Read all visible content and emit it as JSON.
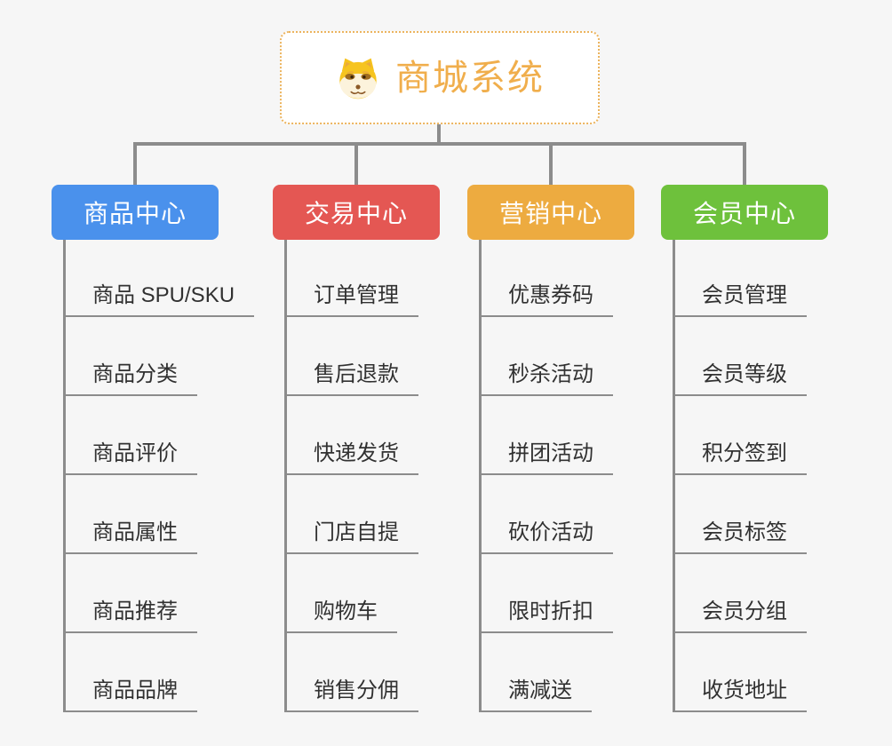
{
  "page": {
    "background_color": "#f6f6f6",
    "connector_color": "#8c8c8c",
    "leaf_text_color": "#313131"
  },
  "root": {
    "title": "商城系统",
    "icon": "doge-icon",
    "title_color": "#f0ae4c",
    "border_color": "#ecb45e",
    "background_color": "#ffffff"
  },
  "branches": [
    {
      "label": "商品中心",
      "color": "#4a91ec",
      "items": [
        "商品 SPU/SKU",
        "商品分类",
        "商品评价",
        "商品属性",
        "商品推荐",
        "商品品牌"
      ]
    },
    {
      "label": "交易中心",
      "color": "#e45753",
      "items": [
        "订单管理",
        "售后退款",
        "快递发货",
        "门店自提",
        "购物车",
        "销售分佣"
      ]
    },
    {
      "label": "营销中心",
      "color": "#edab40",
      "items": [
        "优惠券码",
        "秒杀活动",
        "拼团活动",
        "砍价活动",
        "限时折扣",
        "满减送"
      ]
    },
    {
      "label": "会员中心",
      "color": "#6ec13c",
      "items": [
        "会员管理",
        "会员等级",
        "积分签到",
        "会员标签",
        "会员分组",
        "收货地址"
      ]
    }
  ]
}
